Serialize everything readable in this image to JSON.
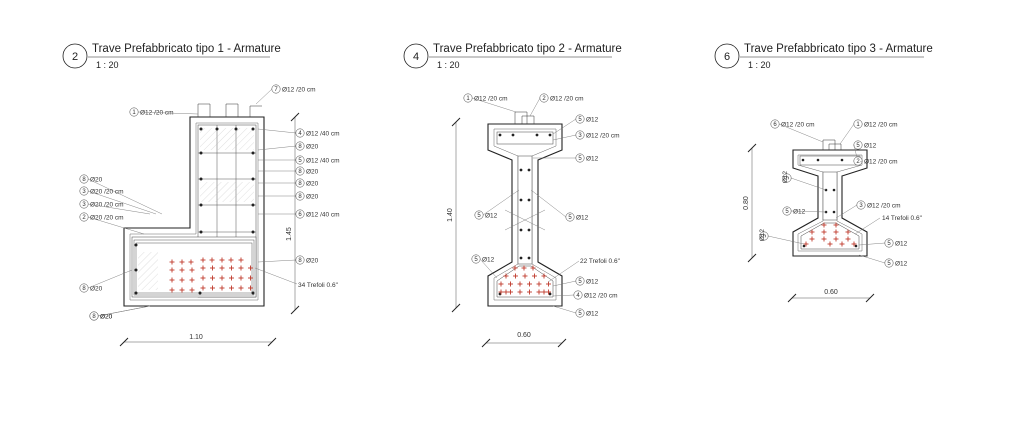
{
  "details": [
    {
      "id": "detail-1",
      "number": "2",
      "title": "Trave Prefabbricato tipo 1 - Armature",
      "scale": "1 : 20",
      "dim_width": "1.10",
      "dim_height": "1.45",
      "strand_label": "34 Trefoli 0.6\"",
      "callouts": [
        {
          "n": "7",
          "text": "Ø12 /20 cm"
        },
        {
          "n": "1",
          "text": "Ø12 /20 cm"
        },
        {
          "n": "4",
          "text": "Ø12 /40 cm"
        },
        {
          "n": "8",
          "text": "Ø20"
        },
        {
          "n": "5",
          "text": "Ø12 /40 cm"
        },
        {
          "n": "8",
          "text": "Ø20"
        },
        {
          "n": "8",
          "text": "Ø20"
        },
        {
          "n": "8",
          "text": "Ø20"
        },
        {
          "n": "6",
          "text": "Ø12 /40 cm"
        },
        {
          "n": "8",
          "text": "Ø20"
        },
        {
          "n": "3",
          "text": "Ø20 /20 cm"
        },
        {
          "n": "3",
          "text": "Ø20 /20 cm"
        },
        {
          "n": "2",
          "text": "Ø20 /20 cm"
        },
        {
          "n": "8",
          "text": "Ø20"
        },
        {
          "n": "8",
          "text": "Ø20"
        },
        {
          "n": "8",
          "text": "Ø20"
        },
        {
          "n": "8",
          "text": "Ø20"
        }
      ]
    },
    {
      "id": "detail-2",
      "number": "4",
      "title": "Trave Prefabbricato tipo 2 - Armature",
      "scale": "1 : 20",
      "dim_width": "0.60",
      "dim_height": "1.40",
      "strand_label": "22 Trefoli 0.6\"",
      "callouts": [
        {
          "n": "1",
          "text": "Ø12 /20 cm"
        },
        {
          "n": "2",
          "text": "Ø12 /20 cm"
        },
        {
          "n": "5",
          "text": "Ø12"
        },
        {
          "n": "3",
          "text": "Ø12 /20 cm"
        },
        {
          "n": "5",
          "text": "Ø12"
        },
        {
          "n": "5",
          "text": "Ø12"
        },
        {
          "n": "5",
          "text": "Ø12"
        },
        {
          "n": "5",
          "text": "Ø12"
        },
        {
          "n": "5",
          "text": "Ø12"
        },
        {
          "n": "4",
          "text": "Ø12 /20 cm"
        },
        {
          "n": "5",
          "text": "Ø12"
        }
      ]
    },
    {
      "id": "detail-3",
      "number": "6",
      "title": "Trave Prefabbricato tipo 3 - Armature",
      "scale": "1 : 20",
      "dim_width": "0.60",
      "dim_height": "0.80",
      "strand_label": "14 Trefoli 0.6\"",
      "callouts": [
        {
          "n": "6",
          "text": "Ø12 /20 cm"
        },
        {
          "n": "1",
          "text": "Ø12 /20 cm"
        },
        {
          "n": "5",
          "text": "Ø12"
        },
        {
          "n": "2",
          "text": "Ø12 /20 cm"
        },
        {
          "n": "5",
          "text": "Ø12"
        },
        {
          "n": "5",
          "text": "Ø12"
        },
        {
          "n": "3",
          "text": "Ø12 /20 cm"
        },
        {
          "n": "5",
          "text": "Ø12"
        },
        {
          "n": "5",
          "text": "Ø12"
        },
        {
          "n": "5",
          "text": "Ø12"
        }
      ]
    }
  ],
  "colors": {
    "line": "#222222",
    "strand": "#c0392b",
    "hatch": "#8a8a8a"
  }
}
